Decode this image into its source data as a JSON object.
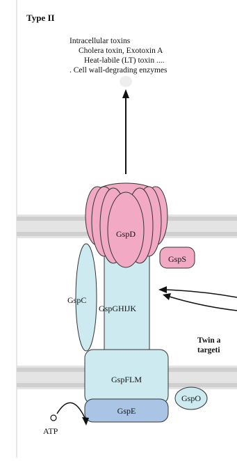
{
  "title": "Type II",
  "secreted": {
    "line1": "Intracellular toxins",
    "line2": "Cholera toxin, Exotoxin A",
    "line3": "Heat-labile (LT) toxin  ....",
    "line4": ". Cell wall-degrading enzymes"
  },
  "components": {
    "gspD": "GspD",
    "gspS": "GspS",
    "gspC": "GspC",
    "gspGHIJK": "GspGHIJK",
    "gspFLM": "GspFLM",
    "gspE": "GspE",
    "gspO": "GspO"
  },
  "side_label": {
    "line1": "Twin a",
    "line2": "targeti"
  },
  "atp": "ATP",
  "colors": {
    "pink": "#f2a9c3",
    "light_blue": "#cdeaf0",
    "mid_blue": "#a9c4e4",
    "membrane": "#d4d4d4"
  }
}
